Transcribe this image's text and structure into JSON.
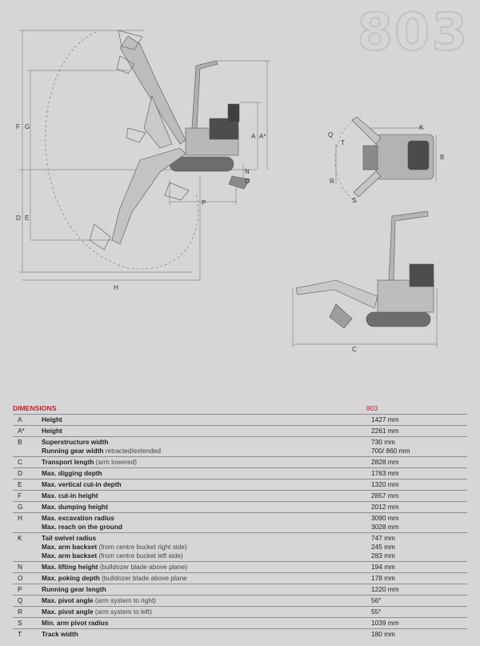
{
  "model_number": "803",
  "diagram_labels": {
    "side_view": [
      "F",
      "G",
      "D",
      "E",
      "A",
      "A*",
      "N",
      "O",
      "P",
      "H"
    ],
    "top_view": [
      "Q",
      "T",
      "K",
      "B",
      "R",
      "S"
    ],
    "transport_view": [
      "C"
    ]
  },
  "table": {
    "header_label": "DIMENSIONS",
    "header_model": "803",
    "rows": [
      {
        "code": "A",
        "lines": [
          {
            "label": "Height",
            "note": ""
          }
        ],
        "values": [
          "1427 mm"
        ]
      },
      {
        "code": "A*",
        "lines": [
          {
            "label": "Height",
            "note": ""
          }
        ],
        "values": [
          "2261 mm"
        ]
      },
      {
        "code": "B",
        "lines": [
          {
            "label": "Superstructure width",
            "note": ""
          },
          {
            "label": "Running gear width",
            "note": "retracted/extended"
          }
        ],
        "values": [
          "730 mm",
          "700/ 860 mm"
        ]
      },
      {
        "code": "C",
        "lines": [
          {
            "label": "Transport length",
            "note": "(arm lowered)"
          }
        ],
        "values": [
          "2828 mm"
        ]
      },
      {
        "code": "D",
        "lines": [
          {
            "label": "Max. digging depth",
            "note": ""
          }
        ],
        "values": [
          "1763 mm"
        ]
      },
      {
        "code": "E",
        "lines": [
          {
            "label": "Max. vertical cut-in depth",
            "note": ""
          }
        ],
        "values": [
          "1320 mm"
        ]
      },
      {
        "code": "F",
        "lines": [
          {
            "label": "Max. cut-in height",
            "note": ""
          }
        ],
        "values": [
          "2857 mm"
        ]
      },
      {
        "code": "G",
        "lines": [
          {
            "label": "Max. dumping height",
            "note": ""
          }
        ],
        "values": [
          "2012 mm"
        ]
      },
      {
        "code": "H",
        "lines": [
          {
            "label": "Max. excavation radius",
            "note": ""
          },
          {
            "label": "Max. reach on the ground",
            "note": ""
          }
        ],
        "values": [
          "3090 mm",
          "3028 mm"
        ]
      },
      {
        "code": "K",
        "lines": [
          {
            "label": "Tail swivel radius",
            "note": ""
          },
          {
            "label": "Max. arm backset",
            "note": "(from centre bucket right side)"
          },
          {
            "label": "Max. arm backset",
            "note": "(from centre bucket left side)"
          }
        ],
        "values": [
          "747 mm",
          "245 mm",
          "283 mm"
        ]
      },
      {
        "code": "N",
        "lines": [
          {
            "label": "Max. lifting height",
            "note": "(bulldozer blade above plane)"
          }
        ],
        "values": [
          "194 mm"
        ]
      },
      {
        "code": "O",
        "lines": [
          {
            "label": "Max. poking depth",
            "note": "(bulldozer blade above plane"
          }
        ],
        "values": [
          "178 mm"
        ]
      },
      {
        "code": "P",
        "lines": [
          {
            "label": "Running gear length",
            "note": ""
          }
        ],
        "values": [
          "1220 mm"
        ]
      },
      {
        "code": "Q",
        "lines": [
          {
            "label": "Max. pivot angle",
            "note": "(arm system to right)"
          }
        ],
        "values": [
          "56°"
        ]
      },
      {
        "code": "R",
        "lines": [
          {
            "label": "Max. pivot angle",
            "note": "(arm system to left)"
          }
        ],
        "values": [
          "55°"
        ]
      },
      {
        "code": "S",
        "lines": [
          {
            "label": "Min. arm pivot radius",
            "note": ""
          }
        ],
        "values": [
          "1039 mm"
        ]
      },
      {
        "code": "T",
        "lines": [
          {
            "label": "Track width",
            "note": ""
          }
        ],
        "values": [
          "180 mm"
        ]
      }
    ]
  }
}
